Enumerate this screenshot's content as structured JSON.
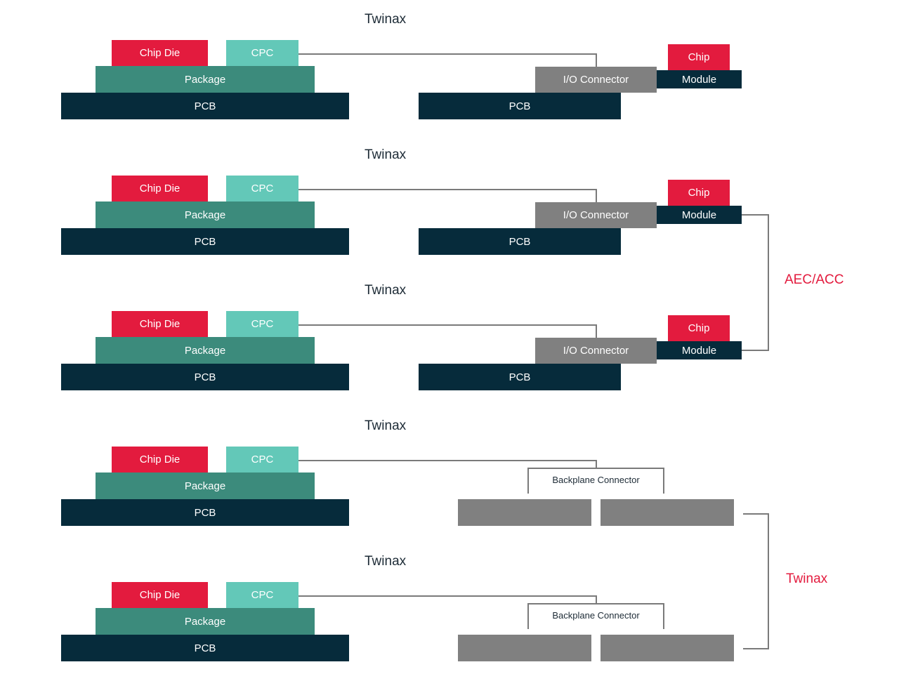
{
  "colors": {
    "chip_red": "#e31b3e",
    "cpc_teal": "#63c8b8",
    "package_green": "#3c8b7c",
    "pcb_navy": "#062b3b",
    "connector_gray": "#808080",
    "wire_gray": "#7a7a7a",
    "accent_label_red": "#e31b3e"
  },
  "rows": [
    {
      "title": "Twinax",
      "left": {
        "chip_die": "Chip Die",
        "cpc": "CPC",
        "package": "Package",
        "pcb": "PCB"
      },
      "right": {
        "type": "module",
        "io_connector": "I/O Connector",
        "pcb": "PCB",
        "chip": "Chip",
        "module": "Module"
      }
    },
    {
      "title": "Twinax",
      "left": {
        "chip_die": "Chip Die",
        "cpc": "CPC",
        "package": "Package",
        "pcb": "PCB"
      },
      "right": {
        "type": "module",
        "io_connector": "I/O Connector",
        "pcb": "PCB",
        "chip": "Chip",
        "module": "Module"
      }
    },
    {
      "title": "Twinax",
      "left": {
        "chip_die": "Chip Die",
        "cpc": "CPC",
        "package": "Package",
        "pcb": "PCB"
      },
      "right": {
        "type": "module",
        "io_connector": "I/O Connector",
        "pcb": "PCB",
        "chip": "Chip",
        "module": "Module"
      }
    },
    {
      "title": "Twinax",
      "left": {
        "chip_die": "Chip Die",
        "cpc": "CPC",
        "package": "Package",
        "pcb": "PCB"
      },
      "right": {
        "type": "backplane",
        "connector_label": "Backplane Connector"
      }
    },
    {
      "title": "Twinax",
      "left": {
        "chip_die": "Chip Die",
        "cpc": "CPC",
        "package": "Package",
        "pcb": "PCB"
      },
      "right": {
        "type": "backplane",
        "connector_label": "Backplane Connector"
      }
    }
  ],
  "side_labels": {
    "aec_acc": "AEC/ACC",
    "twinax": "Twinax"
  }
}
